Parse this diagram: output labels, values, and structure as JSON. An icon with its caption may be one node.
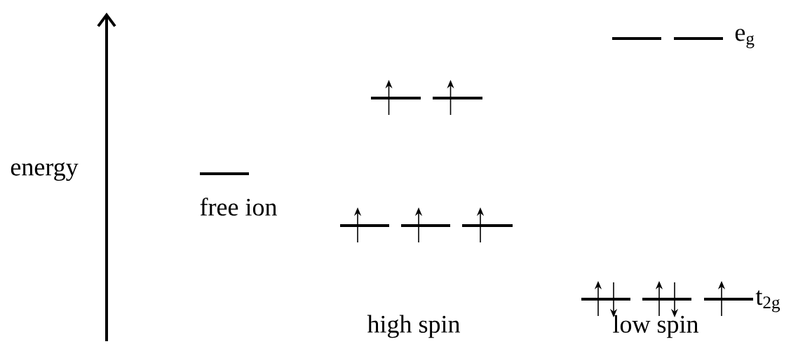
{
  "diagram": {
    "labels": [
      "energy",
      "free ion",
      "e$_{g}$",
      "t$_{2g}$",
      "high spin",
      "low spin"
    ]
  }
}
